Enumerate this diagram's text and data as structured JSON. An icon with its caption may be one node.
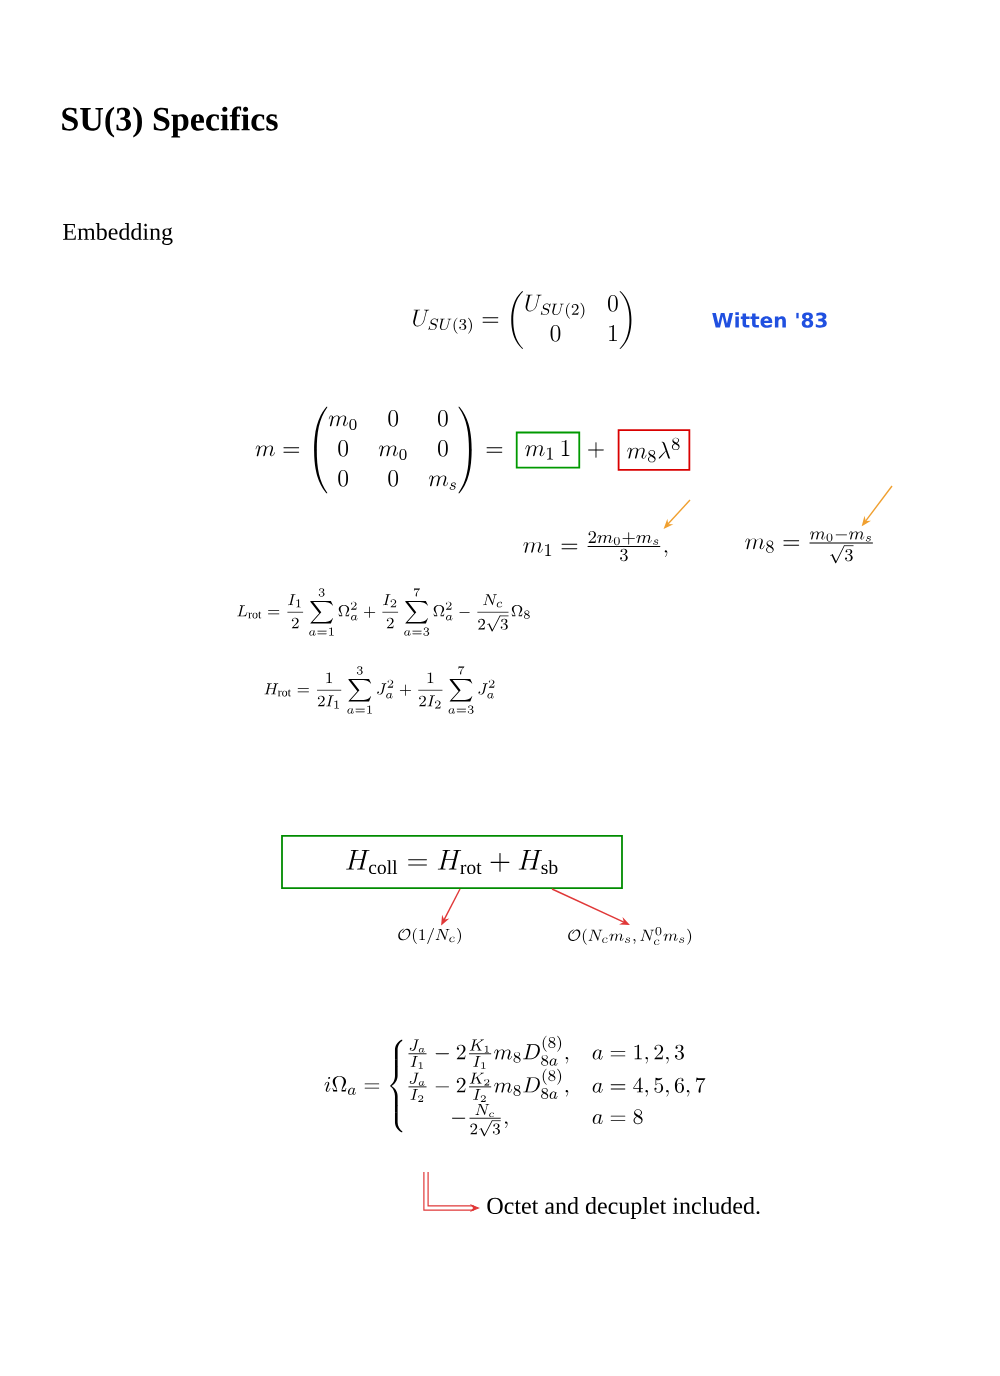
{
  "diagram": {
    "title": "SU(3) Specifics",
    "nodes": [
      {
        "text": [
          "m_1 \\, 1"
        ]
      },
      {
        "text": [
          "m_8\\lambda^8"
        ]
      },
      {
        "text": [
          "m_1 = \\frac{2m_0+m_s}{3},"
        ]
      },
      {
        "text": [
          "m_8 = \\frac{m_0-m_s}{\\sqrt{3}}"
        ]
      },
      {
        "text": [
          "H_{\\mathrm{coll}} = H_{\\mathrm{rot}} + H_{\\mathrm{sb}}"
        ]
      },
      {
        "text": [
          "\\mathcal{O}(1/N_c)"
        ]
      },
      {
        "text": [
          "\\mathcal{O}(N_c m_s, N_c^0 m_s)"
        ]
      },
      {
        "text": [
          "Octet and decuplet included."
        ]
      }
    ],
    "edges": [
      {
        "from": null,
        "to": 2,
        "arrow": "to",
        "color": "#f0a030"
      },
      {
        "from": null,
        "to": 3,
        "arrow": "to",
        "color": "#f0a030"
      },
      {
        "from": 4,
        "to": 5,
        "arrow": "to"
      },
      {
        "from": 4,
        "to": 6,
        "arrow": "to"
      },
      {
        "from": null,
        "to": 7,
        "arrow": "to",
        "style": "thick"
      }
    ],
    "labels": [
      "Embedding",
      "U_{SU(3)} = \\begin{pmatrix} U_{SU(2)} & 0 \\\\ 0 & 1 \\end{pmatrix}",
      "Witten '83",
      "m = \\begin{pmatrix} m_0 & 0 & 0 \\\\ 0 & m_0 & 0 \\\\ 0 & 0 & m_s \\end{pmatrix} =",
      "+",
      "L_{\\mathrm{rot}} = \\frac{I_1}{2}\\sum_{a=1}^{3}\\Omega_a^2 + \\frac{I_2}{2}\\sum_{a=3}^{7}\\Omega_a^2 - \\frac{N_c}{2\\sqrt{3}}\\Omega_8",
      "H_{\\mathrm{rot}} = \\frac{1}{2I_1}\\sum_{a=1}^{3}J_a^2 + \\frac{1}{2I_2}\\sum_{a=3}^{7}J_a^2",
      "i\\Omega_a = \\begin{cases} \\frac{J_a}{I_1} - 2\\frac{K_1}{I_1}m_8 D_{8a}^{(8)}, & a=1,2,3 \\\\ \\frac{J_a}{I_2} - 2\\frac{K_2}{I_2}m_8 D_{8a}^{(8)}, & a=4,5,6,7 \\\\ \\qquad -\\frac{N_c}{2\\sqrt{3}}, & a=8 \\end{cases}"
    ]
  }
}
